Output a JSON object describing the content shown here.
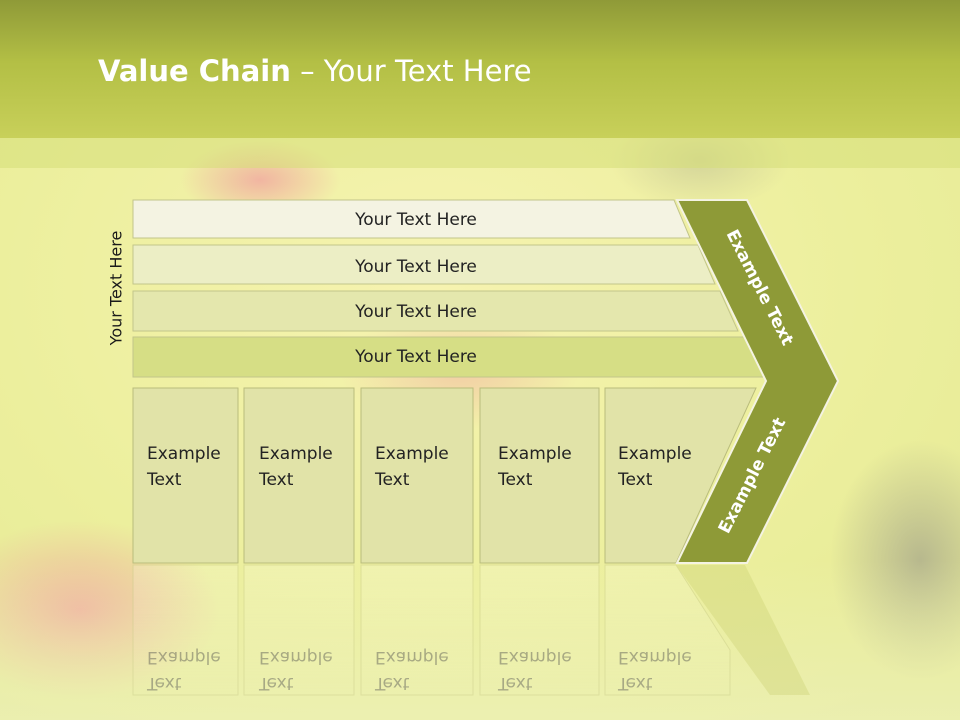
{
  "title": {
    "bold": "Value Chain",
    "rest": " – Your Text Here"
  },
  "side_label": "Your Text Here",
  "rows": [
    "Your Text Here",
    "Your Text Here",
    "Your Text Here",
    "Your Text Here"
  ],
  "columns": [
    [
      "Example",
      "Text"
    ],
    [
      "Example",
      "Text"
    ],
    [
      "Example",
      "Text"
    ],
    [
      "Example",
      "Text"
    ],
    [
      "Example",
      "Text"
    ]
  ],
  "chevron_top": "Example Text",
  "chevron_bottom": "Example Text",
  "colors": {
    "row_fills": [
      "#f4f3e2",
      "#eceec5",
      "#e4e7ad",
      "#d6de85"
    ],
    "column_fill": "#e1e3a8",
    "chevron": "#8e9a37",
    "title_band": "#b3bf45"
  }
}
